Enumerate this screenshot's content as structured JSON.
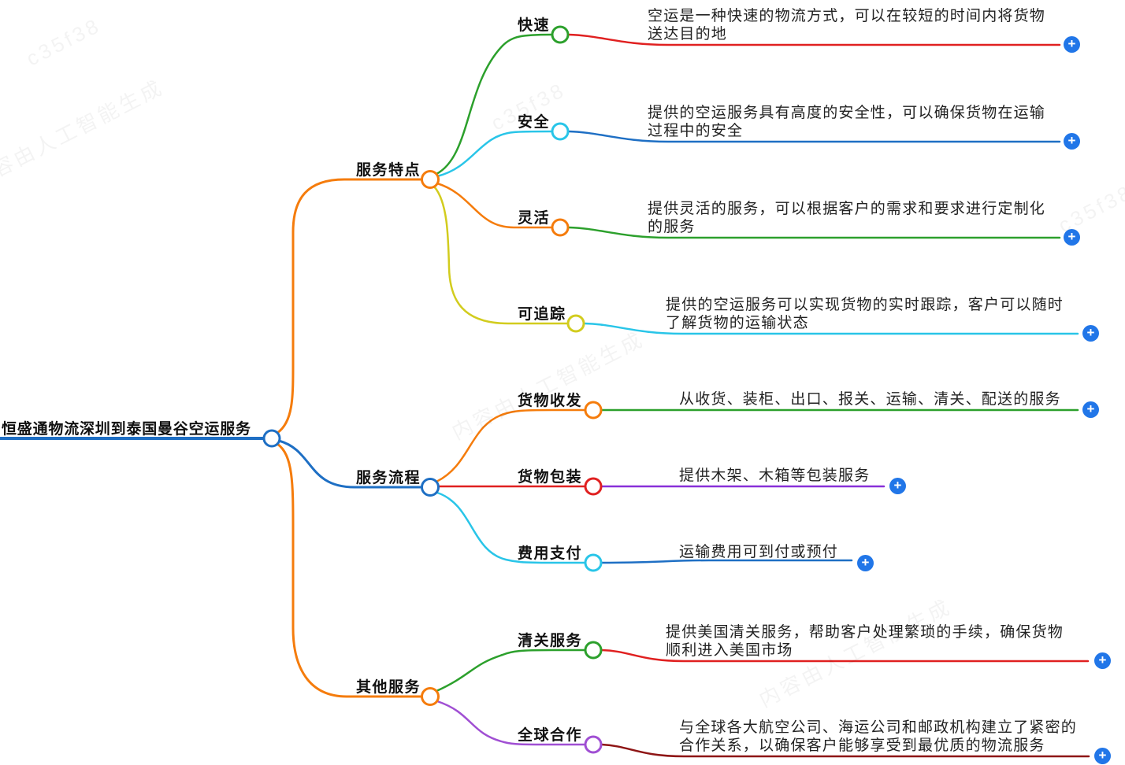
{
  "ui": {
    "plus_symbol": "+"
  },
  "watermark": {
    "code": "c35f38",
    "ai_label": "内容由人工智能生成"
  },
  "palette": {
    "root_line": "#1E6FC4",
    "orange": "#F57C0C",
    "blue": "#1E6FC4",
    "green": "#2CA02C",
    "red": "#E02020",
    "cyan": "#29C5E8",
    "yellow": "#D2CC1E",
    "purple": "#8830D8",
    "violet": "#A04FD3",
    "dark_red": "#8E1515",
    "plus_button": "#2176E8"
  },
  "root": {
    "label": "恒盛通物流深圳到泰国曼谷空运服务"
  },
  "branches": [
    {
      "label": "服务特点",
      "children": [
        {
          "label": "快速",
          "desc": "空运是一种快速的物流方式，可以在较短的时间内将货物送达目的地"
        },
        {
          "label": "安全",
          "desc": "提供的空运服务具有高度的安全性，可以确保货物在运输过程中的安全"
        },
        {
          "label": "灵活",
          "desc": "提供灵活的服务，可以根据客户的需求和要求进行定制化的服务"
        },
        {
          "label": "可追踪",
          "desc": "提供的空运服务可以实现货物的实时跟踪，客户可以随时了解货物的运输状态"
        }
      ]
    },
    {
      "label": "服务流程",
      "children": [
        {
          "label": "货物收发",
          "desc": "从收货、装柜、出口、报关、运输、清关、配送的服务"
        },
        {
          "label": "货物包装",
          "desc": "提供木架、木箱等包装服务"
        },
        {
          "label": "费用支付",
          "desc": "运输费用可到付或预付"
        }
      ]
    },
    {
      "label": "其他服务",
      "children": [
        {
          "label": "清关服务",
          "desc": "提供美国清关服务，帮助客户处理繁琐的手续，确保货物顺利进入美国市场"
        },
        {
          "label": "全球合作",
          "desc": "与全球各大航空公司、海运公司和邮政机构建立了紧密的合作关系，以确保客户能够享受到最优质的物流服务"
        }
      ]
    }
  ]
}
